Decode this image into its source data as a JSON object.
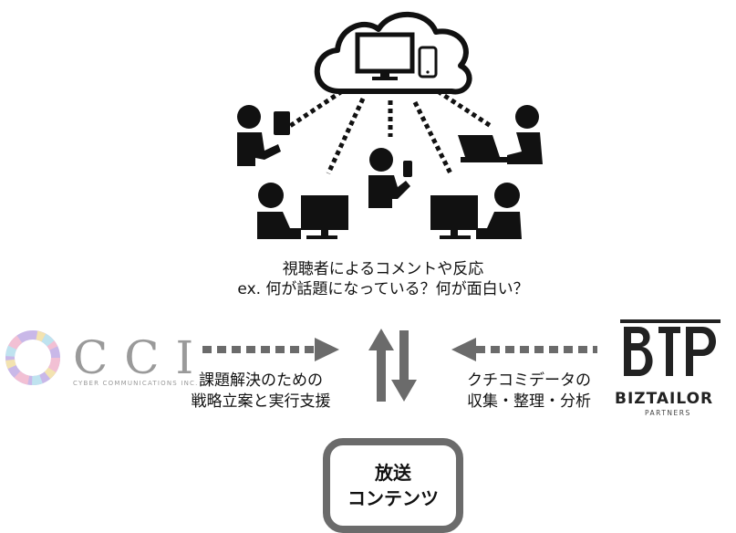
{
  "viewer_caption": {
    "line1": "視聴者によるコメントや反応",
    "line2": "ex. 何が話題になっている？何が面白い？"
  },
  "left_caption": {
    "line1": "課題解決のための",
    "line2": "戦略立案と実行支援"
  },
  "right_caption": {
    "line1": "クチコミデータの",
    "line2": "収集・整理・分析"
  },
  "broadcast_box": {
    "line1": "放送",
    "line2": "コンテンツ"
  },
  "cci_logo": {
    "mark": "CCI",
    "sub": "CYBER COMMUNICATIONS INC."
  },
  "btp_logo": {
    "name": "BIZTAILOR",
    "sub": "PARTNERS"
  },
  "colors": {
    "ink": "#111111",
    "arrow_gray": "#6b6b6b",
    "logo_gray": "#9a9a9a"
  }
}
